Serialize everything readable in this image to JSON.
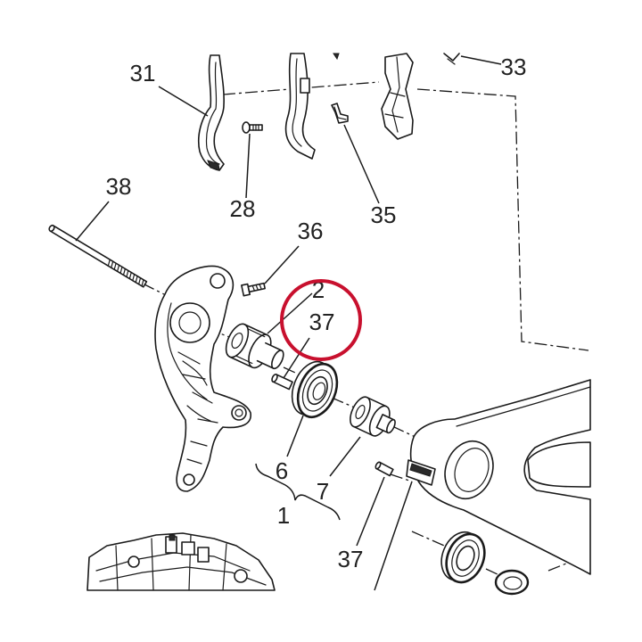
{
  "callouts": {
    "part_31": "31",
    "part_33": "33",
    "part_28": "28",
    "part_35": "35",
    "part_38": "38",
    "part_36": "36",
    "part_2": "2",
    "part_37_upper": "37",
    "part_6": "6",
    "part_7": "7",
    "part_1": "1",
    "part_37_lower": "37"
  },
  "colors": {
    "line": "#1a1a1a",
    "highlight": "#c8102e",
    "background": "#ffffff"
  }
}
